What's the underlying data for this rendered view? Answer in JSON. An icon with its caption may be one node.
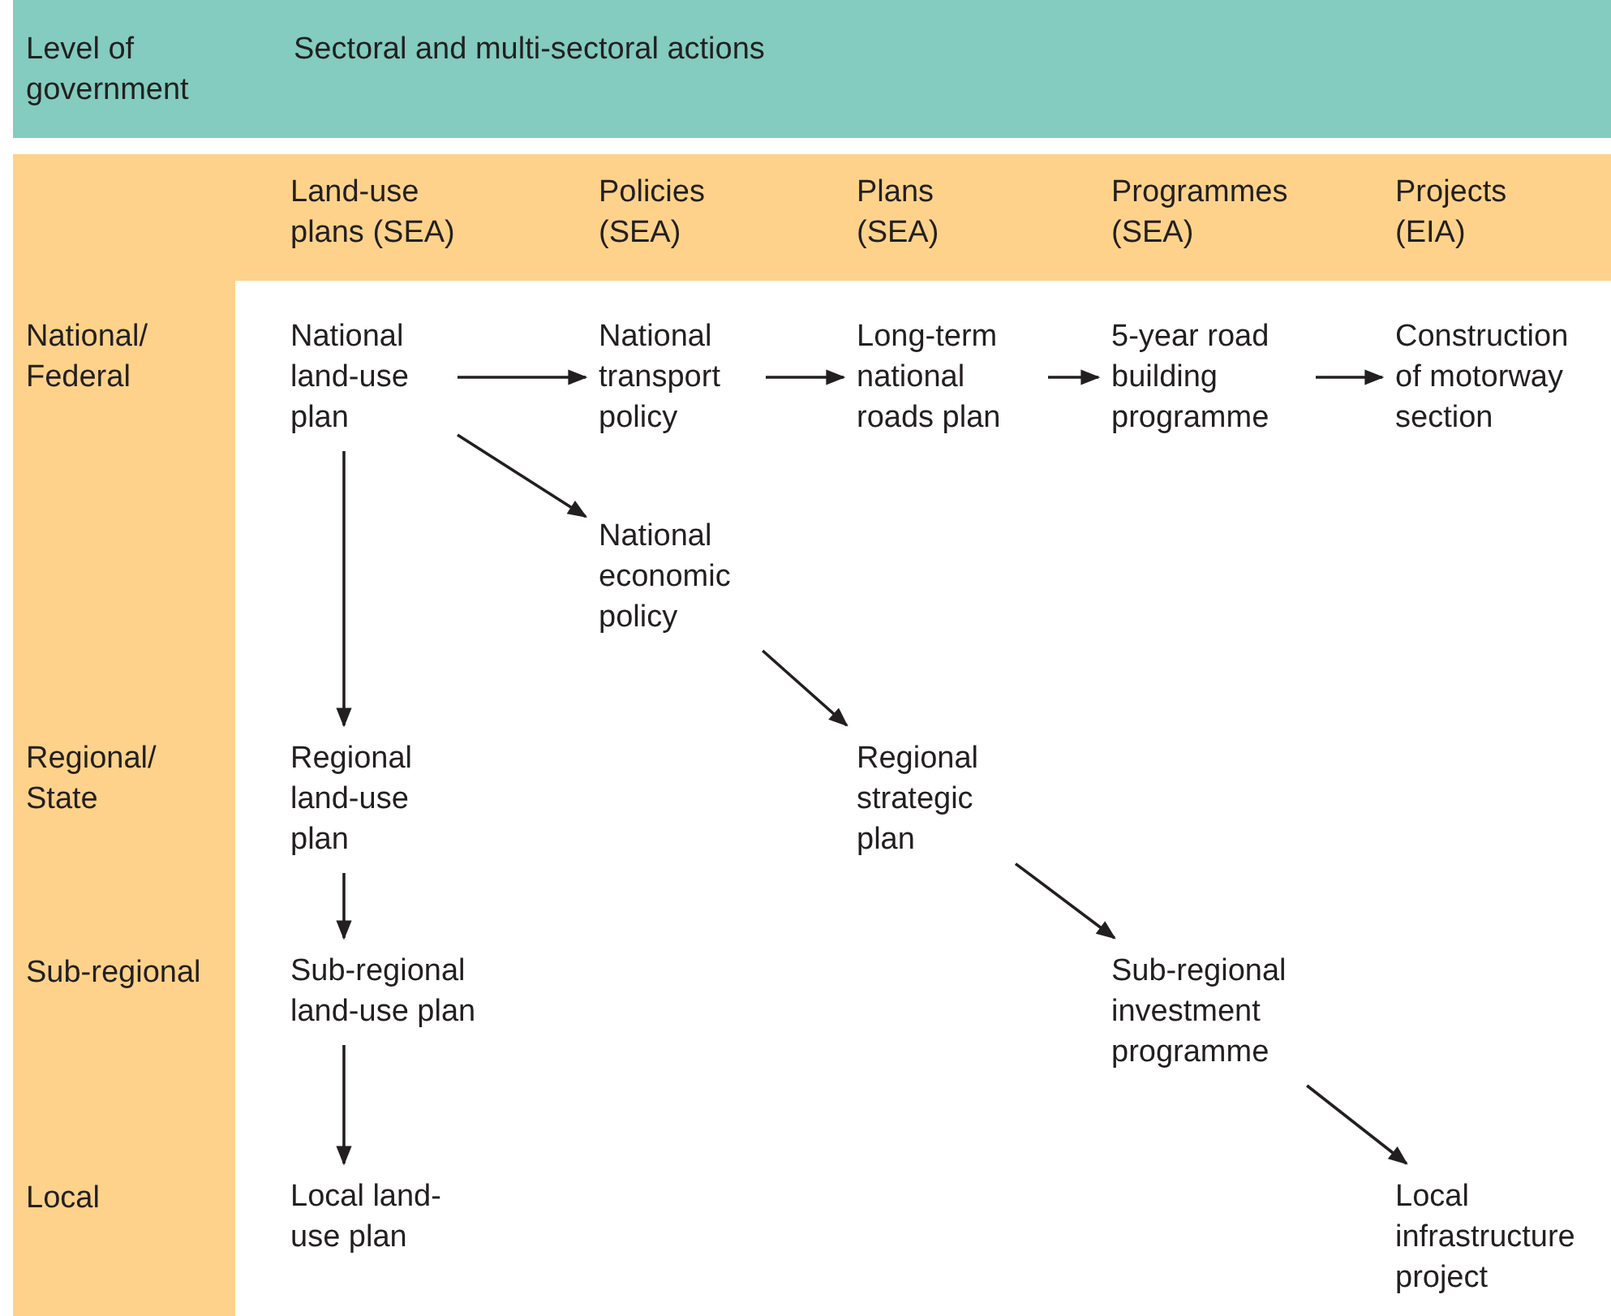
{
  "diagram": {
    "nodes": [
      {
        "text": [
          "National land-use plan"
        ]
      },
      {
        "text": [
          "National transport policy"
        ]
      },
      {
        "text": [
          "Long-term national roads plan"
        ]
      },
      {
        "text": [
          "5-year road building programme"
        ]
      },
      {
        "text": [
          "Construction of motorway section"
        ]
      },
      {
        "text": [
          "National economic policy"
        ]
      },
      {
        "text": [
          "Regional land-use plan"
        ]
      },
      {
        "text": [
          "Regional strategic plan"
        ]
      },
      {
        "text": [
          "Sub-regional land-use plan"
        ]
      },
      {
        "text": [
          "Sub-regional investment programme"
        ]
      },
      {
        "text": [
          "Local land-use plan"
        ]
      },
      {
        "text": [
          "Local infrastructure project"
        ]
      }
    ],
    "edges": [
      {
        "from": 0,
        "to": 1,
        "arrow": "to"
      },
      {
        "from": 1,
        "to": 2,
        "arrow": "to"
      },
      {
        "from": 2,
        "to": 3,
        "arrow": "to"
      },
      {
        "from": 3,
        "to": 4,
        "arrow": "to"
      },
      {
        "from": 0,
        "to": 5,
        "arrow": "to"
      },
      {
        "from": 0,
        "to": 6,
        "arrow": "to"
      },
      {
        "from": 5,
        "to": 7,
        "arrow": "to"
      },
      {
        "from": 6,
        "to": 8,
        "arrow": "to"
      },
      {
        "from": 7,
        "to": 9,
        "arrow": "to"
      },
      {
        "from": 8,
        "to": 10,
        "arrow": "to"
      },
      {
        "from": 9,
        "to": 11,
        "arrow": "to"
      }
    ],
    "labels": [
      "Level of government",
      "Sectoral and multi-sectoral actions",
      "Land-use plans (SEA)",
      "Policies (SEA)",
      "Plans (SEA)",
      "Programmes (SEA)",
      "Projects (EIA)",
      "National/ Federal",
      "Regional/ State",
      "Sub-regional",
      "Local"
    ]
  }
}
